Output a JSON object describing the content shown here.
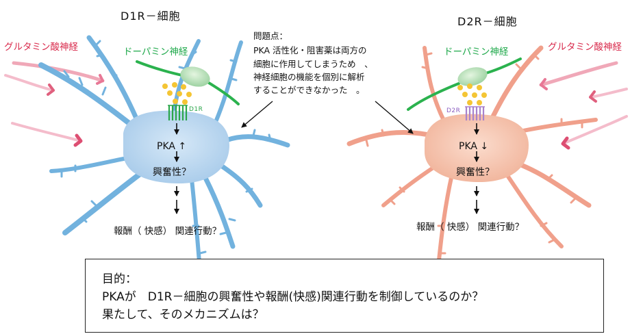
{
  "left_neuron": {
    "title": "D1R－細胞",
    "glutamate_label": "グルタミン酸神経",
    "dopamine_label": "ドーパミン神経",
    "receptor_label": "D1R",
    "pka_label": "PKA ↑",
    "excitability_label": "興奮性？",
    "behavior_label": "報酬（ 快感） 関連行動？",
    "body_color": "#b6d4ee",
    "dendrite_color": "#6fb0dd",
    "receptor_color": "#2aa64a"
  },
  "right_neuron": {
    "title": "D2R－細胞",
    "glutamate_label": "グルタミン酸神経",
    "dopamine_label": "ドーパミン神経",
    "receptor_label": "D2R",
    "pka_label": "PKA ↓",
    "excitability_label": "興奮性？",
    "behavior_label": "報酬（ 快感） 関連行動？",
    "body_color": "#f4c0aa",
    "dendrite_color": "#ee9a84",
    "receptor_color": "#a882cc"
  },
  "problem_note": {
    "line1": "問題点：",
    "line2": "PKA 活性化・阻害薬は両方の",
    "line3": "細胞に作用してしまうため　、",
    "line4": "神経細胞の機能を個別に解析",
    "line5": "することができなかった　。"
  },
  "goal": {
    "line1": "目的：",
    "line2": "PKAが　D1R－細胞の興奮性や報酬(快感)関連行動を制御しているのか？",
    "line3": "果たして、そのメカニズムは？"
  },
  "colors": {
    "glutamate": "#d8284a",
    "dopamine": "#1ea84a",
    "dopamine_axon": "#2bb24e",
    "dopamine_soma": "#bfe3bf",
    "vesicle": "#f4c534"
  }
}
